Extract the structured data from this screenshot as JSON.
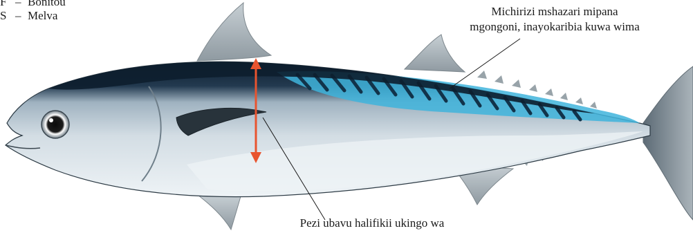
{
  "names": [
    {
      "code": "F",
      "name": "Bonitou"
    },
    {
      "code": "S",
      "name": "Melva"
    }
  ],
  "callouts": {
    "stripes": {
      "line1": "Michirizi mshazari mipana",
      "line2": "mgongoni, inayokaribia kuwa wima"
    },
    "pectoral": {
      "line1": "Pezi ubavu halifikii ukingo wa"
    }
  },
  "colors": {
    "back": "#0d1e2e",
    "stripe_blue": "#3fb4dc",
    "flank": "#cdd8e0",
    "belly": "#eef3f6",
    "fin": "#a9b2b7",
    "arrow": "#e8542f"
  }
}
